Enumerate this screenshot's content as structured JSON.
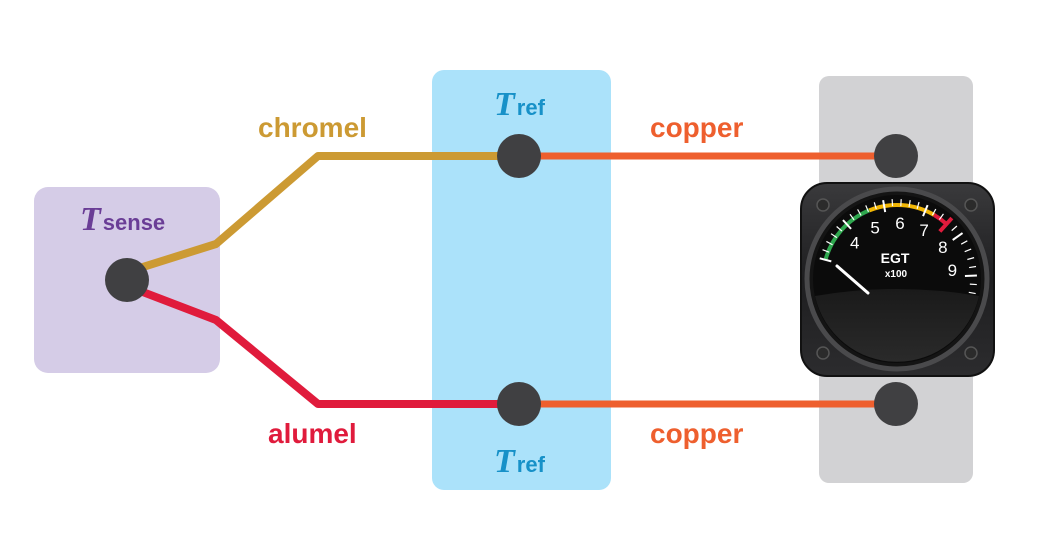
{
  "colors": {
    "sense_box": "#d5cce7",
    "ref_box": "#abe2fa",
    "meter_box": "#d2d2d4",
    "chromel": "#cc9a33",
    "alumel": "#e01b3c",
    "copper": "#ee5f2e",
    "junction": "#404042",
    "sense_text": "#6a3d96",
    "ref_text": "#1791c8"
  },
  "sense": {
    "symbol": "T",
    "subscript": "sense"
  },
  "ref_top": {
    "symbol": "T",
    "subscript": "ref"
  },
  "ref_bottom": {
    "symbol": "T",
    "subscript": "ref"
  },
  "wires": {
    "chromel": "chromel",
    "alumel": "alumel",
    "copper_top": "copper",
    "copper_bottom": "copper"
  },
  "gauge": {
    "title": "EGT",
    "multiplier": "x100",
    "scale_numbers": [
      "4",
      "5",
      "6",
      "7",
      "8",
      "9"
    ],
    "bands": [
      "green",
      "yellow",
      "red"
    ]
  }
}
